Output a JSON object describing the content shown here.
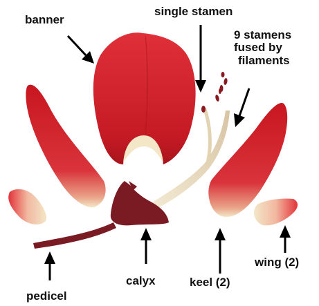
{
  "labels": {
    "banner": "banner",
    "single_stamen": "single stamen",
    "fused_stamens_line1": "9 stamens",
    "fused_stamens_line2": "fused by",
    "fused_stamens_line3": "filaments",
    "calyx": "calyx",
    "keel": "keel (2)",
    "wing": "wing (2)",
    "pedicel": "pedicel"
  },
  "colors": {
    "petal_red": "#d4202a",
    "petal_dark": "#9c1018",
    "petal_base": "#f3e7c8",
    "calyx": "#7a1a22",
    "stamen": "#e6d9bd",
    "label": "#111111"
  }
}
